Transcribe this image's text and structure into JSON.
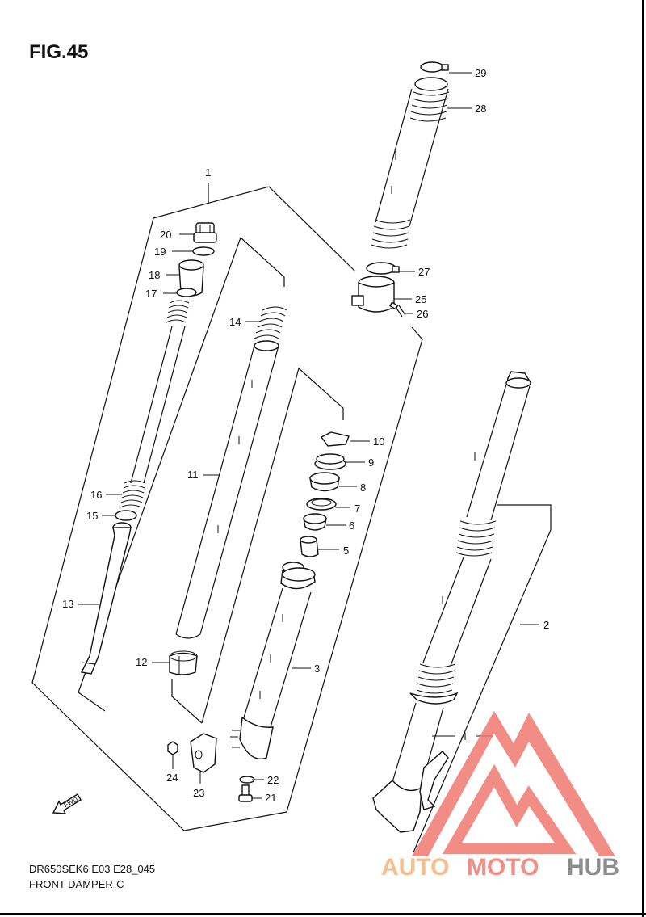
{
  "figure": {
    "title": "FIG.45"
  },
  "footer": {
    "code": "DR650SEK6 E03 E28_045",
    "name": "FRONT DAMPER-C"
  },
  "fwd_label": "FWD",
  "watermark": {
    "part1": "AUTO",
    "part2": "MOTO",
    "part3": "HUB",
    "color_red": "#f07a72",
    "color_orange": "#f5b27a",
    "color_gray": "#7a7a7a"
  },
  "labels": {
    "l1": "1",
    "l2": "2",
    "l3": "3",
    "l4": "4",
    "l5": "5",
    "l6": "6",
    "l7": "7",
    "l8": "8",
    "l9": "9",
    "l10": "10",
    "l11": "11",
    "l12": "12",
    "l13": "13",
    "l14": "14",
    "l15": "15",
    "l16": "16",
    "l17": "17",
    "l18": "18",
    "l19": "19",
    "l20": "20",
    "l21": "21",
    "l22": "22",
    "l23": "23",
    "l24": "24",
    "l25": "25",
    "l26": "26",
    "l27": "27",
    "l28": "28",
    "l29": "29"
  }
}
